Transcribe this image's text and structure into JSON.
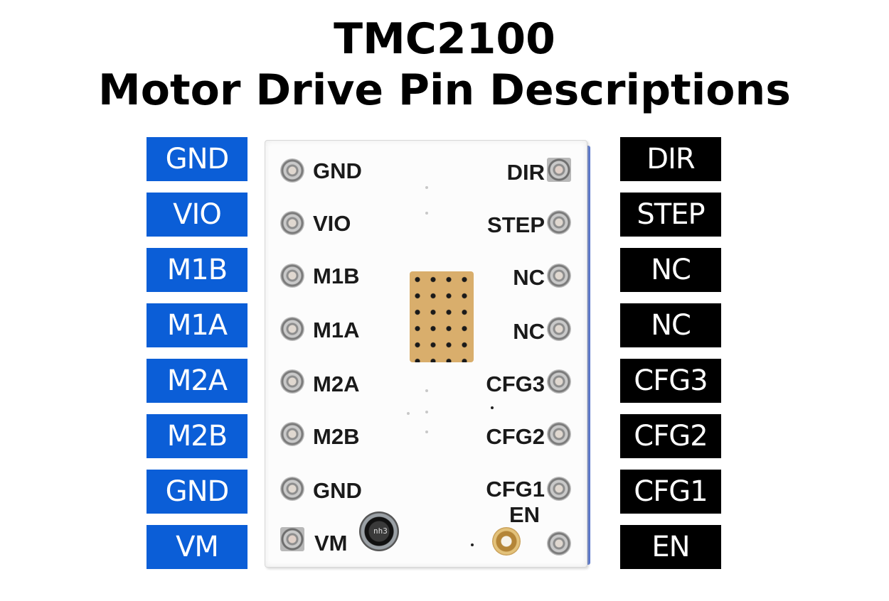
{
  "title": {
    "line1": "TMC2100",
    "line2": "Motor Drive Pin Descriptions"
  },
  "left_labels": [
    "GND",
    "VIO",
    "M1B",
    "M1A",
    "M2A",
    "M2B",
    "GND",
    "VM"
  ],
  "right_labels": [
    "DIR",
    "STEP",
    "NC",
    "NC",
    "CFG3",
    "CFG2",
    "CFG1",
    "EN"
  ],
  "board": {
    "left_silkscreen": [
      "GND",
      "VIO",
      "M1B",
      "M1A",
      "M2A",
      "M2B",
      "GND",
      "VM"
    ],
    "right_silkscreen": [
      "DIR",
      "STEP",
      "NC",
      "NC",
      "CFG3",
      "CFG2",
      "CFG1",
      "EN"
    ],
    "inductor_marking": "nh3"
  },
  "colors": {
    "left_label_bg": "#0b5ed7",
    "right_label_bg": "#000000",
    "chip_gold": "#d9ae6c"
  }
}
